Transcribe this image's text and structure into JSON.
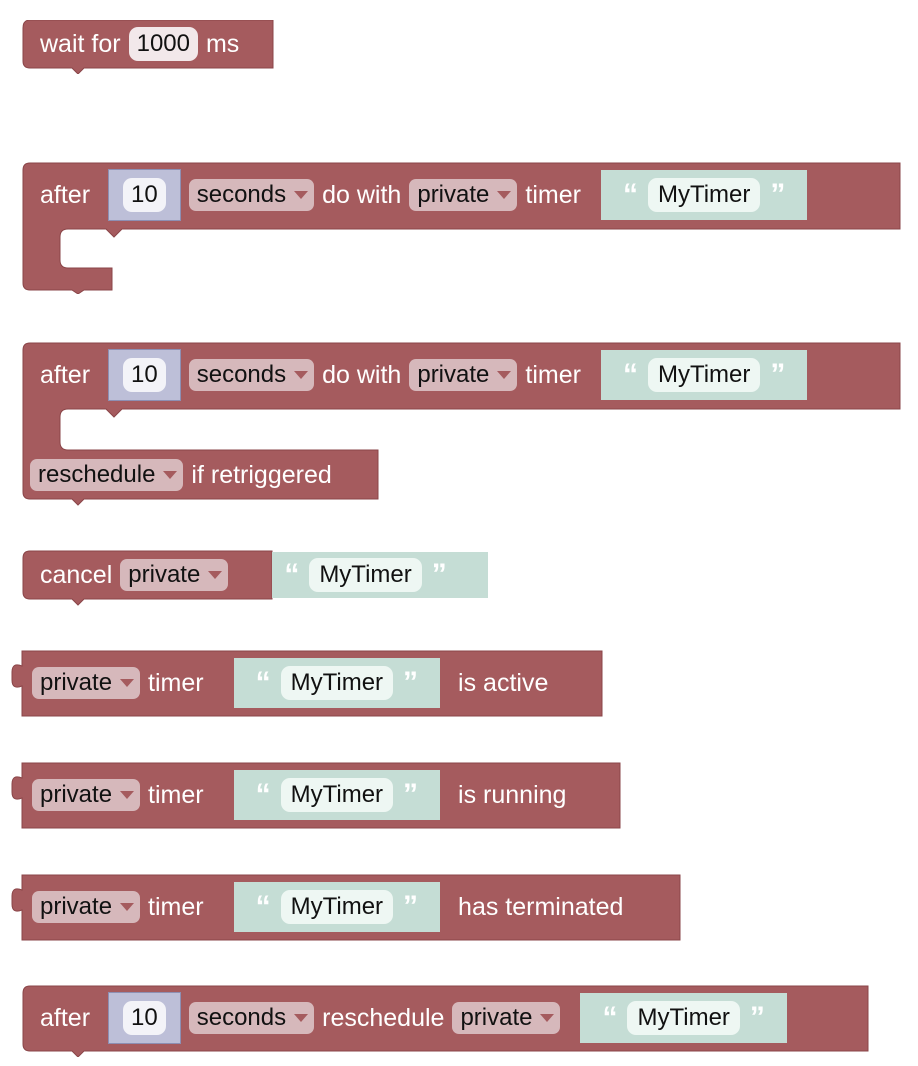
{
  "colors": {
    "block": "#a55b5e",
    "block_stroke": "#8a4548",
    "number": "#bdbfd8",
    "text": "#c5ddd5"
  },
  "wait_block": {
    "label": "wait for",
    "value": "1000",
    "unit": "ms"
  },
  "after_block_1": {
    "label": "after",
    "value": "10",
    "unit": "seconds",
    "do_with": "do with",
    "scope": "private",
    "timer_label": "timer",
    "name": "MyTimer"
  },
  "after_block_2": {
    "label": "after",
    "value": "10",
    "unit": "seconds",
    "do_with": "do with",
    "scope": "private",
    "timer_label": "timer",
    "name": "MyTimer",
    "mode": "reschedule",
    "mode_suffix": "if retriggered"
  },
  "cancel_block": {
    "label": "cancel",
    "scope": "private",
    "name": "MyTimer"
  },
  "is_active_block": {
    "scope": "private",
    "timer_label": "timer",
    "name": "MyTimer",
    "suffix": "is active"
  },
  "is_running_block": {
    "scope": "private",
    "timer_label": "timer",
    "name": "MyTimer",
    "suffix": "is running"
  },
  "has_terminated_block": {
    "scope": "private",
    "timer_label": "timer",
    "name": "MyTimer",
    "suffix": "has terminated"
  },
  "reschedule_block": {
    "label": "after",
    "value": "10",
    "unit": "seconds",
    "action": "reschedule",
    "scope": "private",
    "name": "MyTimer"
  }
}
